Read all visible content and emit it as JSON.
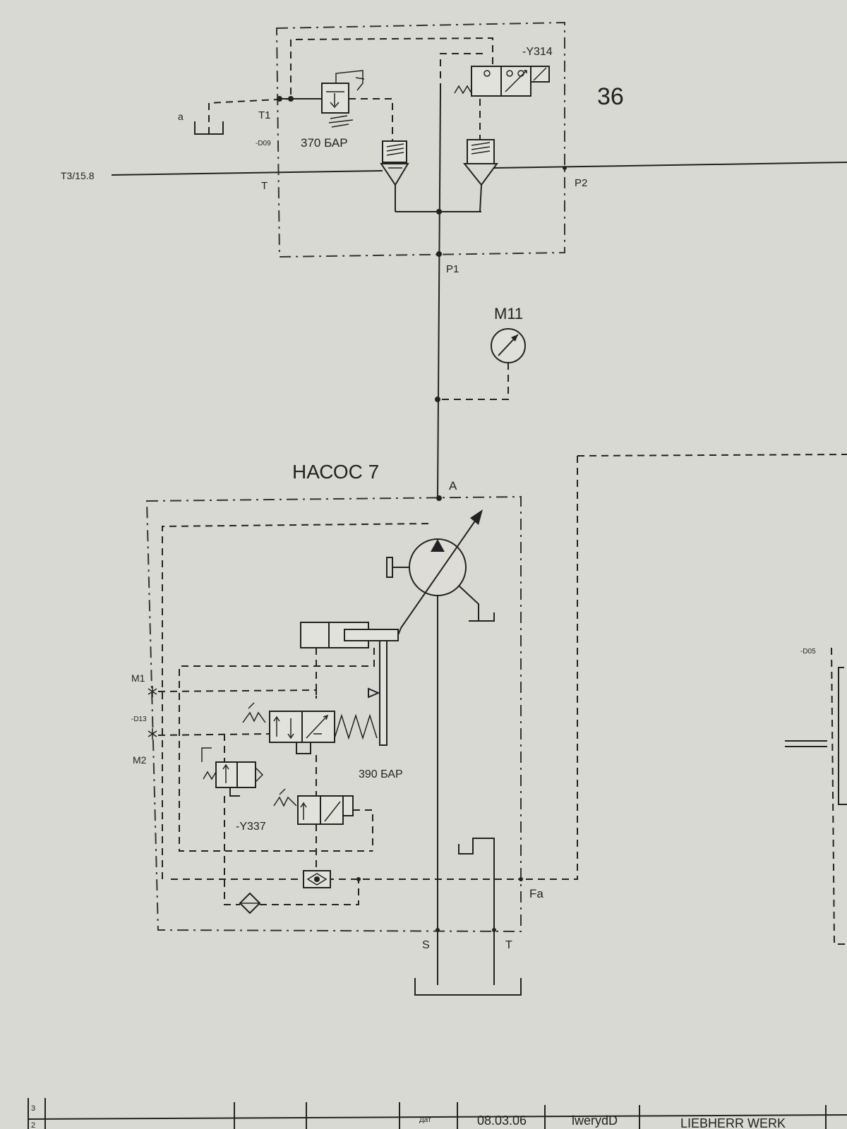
{
  "labels": {
    "a": "a",
    "t1": "T1",
    "d09": "-D09",
    "bar370": "370 БАР",
    "y314": "-Y314",
    "sheet_ref": "36",
    "t3_ref": "T3/15.8",
    "t": "T",
    "p2": "P2",
    "p1": "P1",
    "m11": "M11",
    "pump_title": "НАСОС 7",
    "a_port": "A",
    "m1": "M1",
    "d13": "-D13",
    "m2": "M2",
    "bar390": "390 БАР",
    "y337": "-Y337",
    "fa": "Fa",
    "s_port": "S",
    "t_port": "T",
    "d05": "-D05"
  },
  "title_block": {
    "row_3": "3",
    "row_2": "2",
    "cell_label": "Дат",
    "date": "08.03.06",
    "author": "lwerydD",
    "company": "LIEBHERR WERK"
  }
}
